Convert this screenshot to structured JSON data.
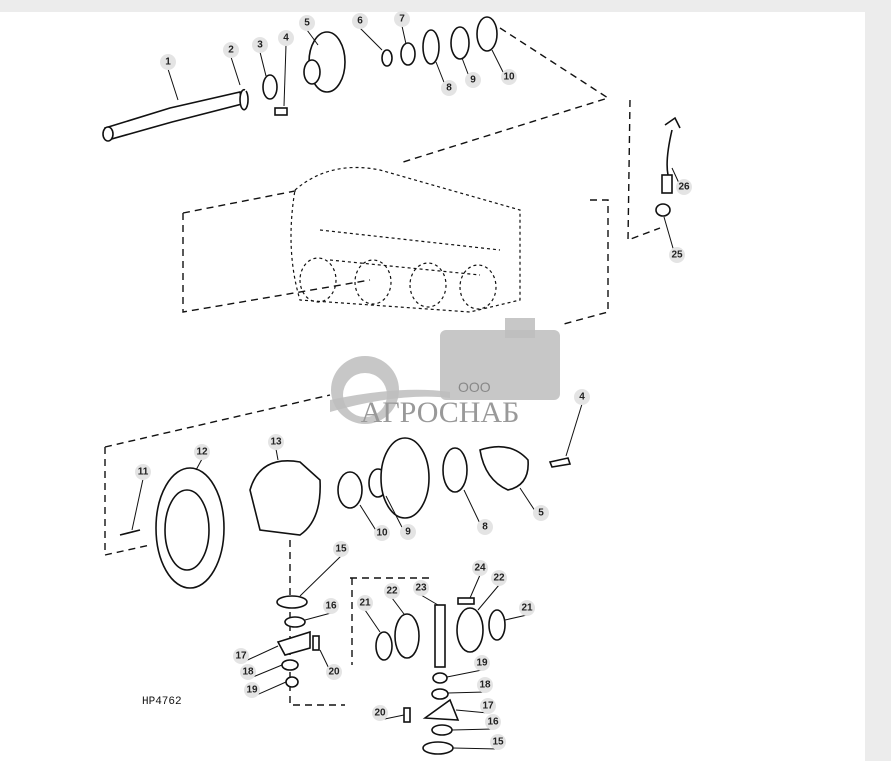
{
  "figure_code": "HP4762",
  "watermark": {
    "prefix": "ООО",
    "brand": "АГРОСНАБ"
  },
  "callouts": [
    {
      "id": "c1",
      "text": "1"
    },
    {
      "id": "c2",
      "text": "2"
    },
    {
      "id": "c3",
      "text": "3"
    },
    {
      "id": "c4a",
      "text": "4"
    },
    {
      "id": "c5a",
      "text": "5"
    },
    {
      "id": "c6",
      "text": "6"
    },
    {
      "id": "c7",
      "text": "7"
    },
    {
      "id": "c8a",
      "text": "8"
    },
    {
      "id": "c9a",
      "text": "9"
    },
    {
      "id": "c10a",
      "text": "10"
    },
    {
      "id": "c26",
      "text": "26"
    },
    {
      "id": "c25",
      "text": "25"
    },
    {
      "id": "c4b",
      "text": "4"
    },
    {
      "id": "c11",
      "text": "11"
    },
    {
      "id": "c12",
      "text": "12"
    },
    {
      "id": "c13",
      "text": "13"
    },
    {
      "id": "c10b",
      "text": "10"
    },
    {
      "id": "c9b",
      "text": "9"
    },
    {
      "id": "c8b",
      "text": "8"
    },
    {
      "id": "c5b",
      "text": "5"
    },
    {
      "id": "c15a",
      "text": "15"
    },
    {
      "id": "c16a",
      "text": "16"
    },
    {
      "id": "c17a",
      "text": "17"
    },
    {
      "id": "c18a",
      "text": "18"
    },
    {
      "id": "c19a",
      "text": "19"
    },
    {
      "id": "c20a",
      "text": "20"
    },
    {
      "id": "c21a",
      "text": "21"
    },
    {
      "id": "c22a",
      "text": "22"
    },
    {
      "id": "c23",
      "text": "23"
    },
    {
      "id": "c24",
      "text": "24"
    },
    {
      "id": "c22b",
      "text": "22"
    },
    {
      "id": "c21b",
      "text": "21"
    },
    {
      "id": "c19b",
      "text": "19"
    },
    {
      "id": "c18b",
      "text": "18"
    },
    {
      "id": "c17b",
      "text": "17"
    },
    {
      "id": "c16b",
      "text": "16"
    },
    {
      "id": "c15b",
      "text": "15"
    },
    {
      "id": "c20b",
      "text": "20"
    }
  ]
}
